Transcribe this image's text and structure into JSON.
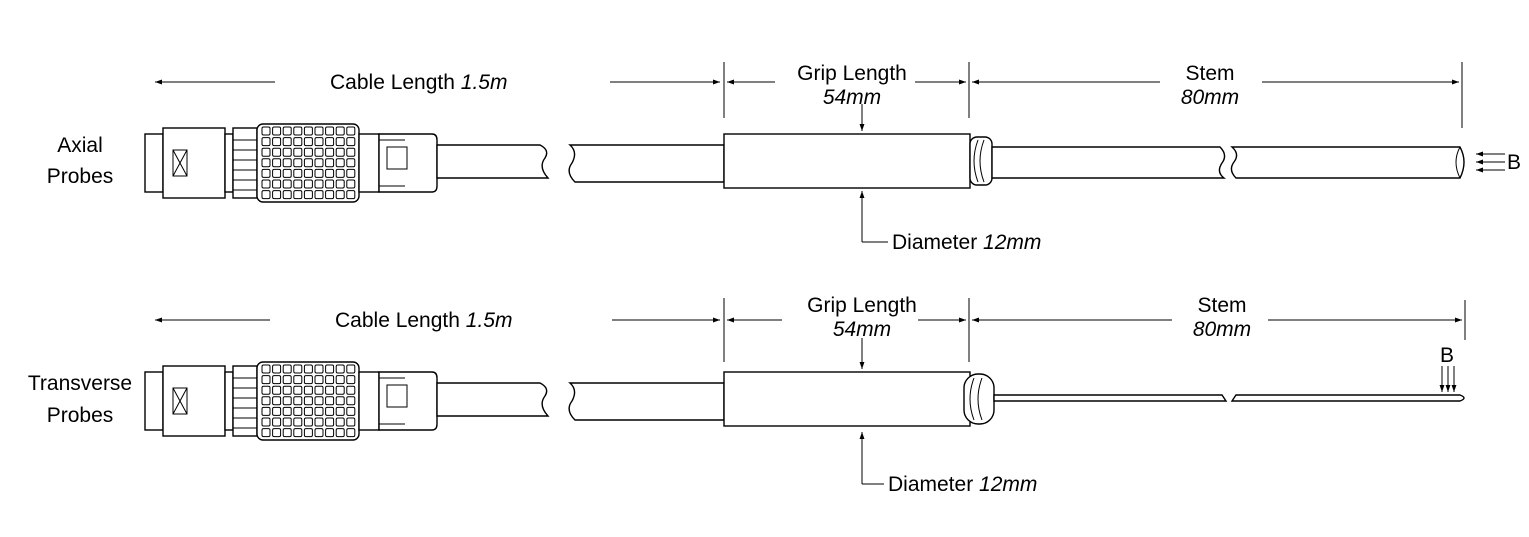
{
  "probes": [
    {
      "label_line1": "Axial",
      "label_line2": "Probes",
      "cable_label": "Cable Length",
      "cable_value": "1.5m",
      "grip_label": "Grip Length",
      "grip_value": "54mm",
      "stem_label": "Stem",
      "stem_value": "80mm",
      "diameter_label": "Diameter",
      "diameter_value": "12mm",
      "direction_label": "B"
    },
    {
      "label_line1": "Transverse",
      "label_line2": "Probes",
      "cable_label": "Cable Length",
      "cable_value": "1.5m",
      "grip_label": "Grip Length",
      "grip_value": "54mm",
      "stem_label": "Stem",
      "stem_value": "80mm",
      "diameter_label": "Diameter",
      "diameter_value": "12mm",
      "direction_label": "B"
    }
  ]
}
